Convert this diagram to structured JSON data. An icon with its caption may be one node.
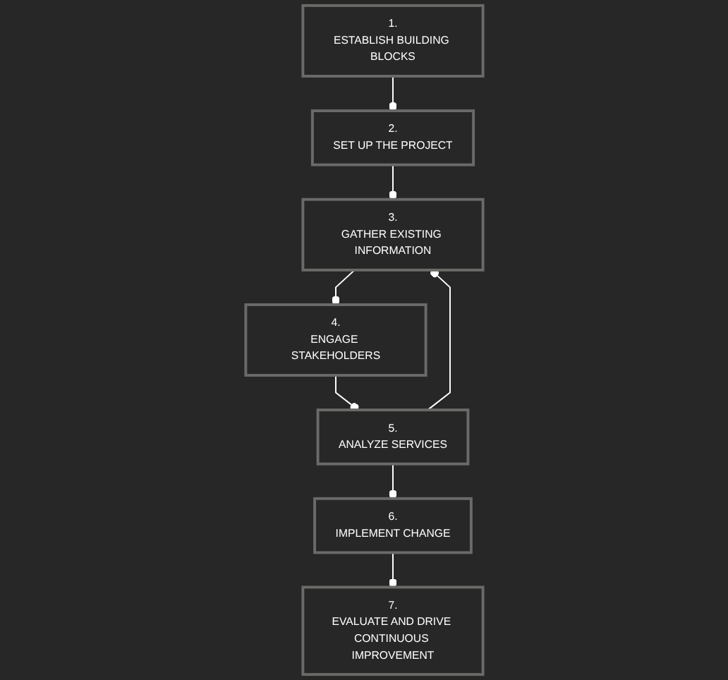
{
  "diagram": {
    "nodes": [
      {
        "text": [
          "1.",
          "ESTABLISH BUILDING BLOCKS"
        ]
      },
      {
        "text": [
          "2.",
          "SET UP THE PROJECT"
        ]
      },
      {
        "text": [
          "3.",
          "GATHER EXISTING INFORMATION"
        ]
      },
      {
        "text": [
          "4.",
          "ENGAGE STAKEHOLDERS"
        ]
      },
      {
        "text": [
          "5.",
          "ANALYZE SERVICES"
        ]
      },
      {
        "text": [
          "6.",
          "IMPLEMENT CHANGE"
        ]
      },
      {
        "text": [
          "7.",
          "EVALUATE AND DRIVE CONTINUOUS IMPROVEMENT"
        ]
      }
    ],
    "edges": [
      {
        "from": 0,
        "to": 1,
        "arrow": "other"
      },
      {
        "from": 1,
        "to": 2,
        "arrow": "other"
      },
      {
        "from": 2,
        "to": 3,
        "arrow": "other"
      },
      {
        "from": 4,
        "to": 2,
        "arrow": "other"
      },
      {
        "from": 3,
        "to": 4,
        "arrow": "other"
      },
      {
        "from": 4,
        "to": 5,
        "arrow": "other"
      },
      {
        "from": 5,
        "to": 6,
        "arrow": "other"
      }
    ]
  }
}
